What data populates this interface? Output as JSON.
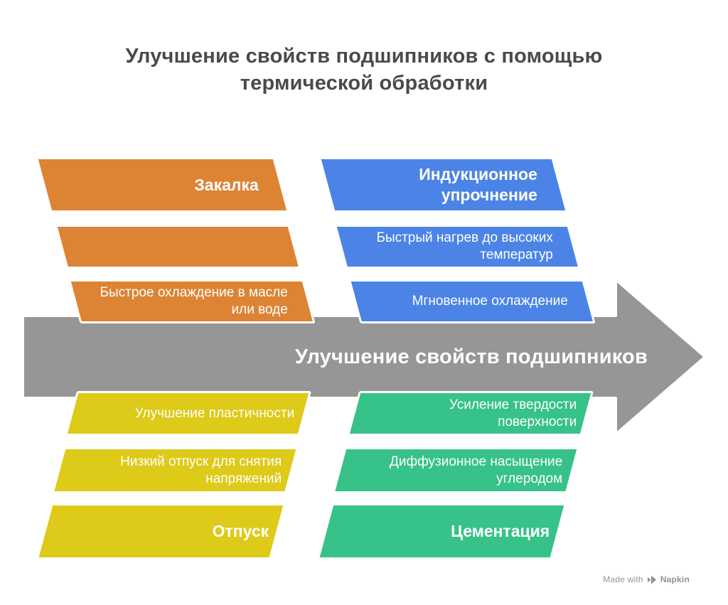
{
  "title": {
    "line1": "Улучшение свойств подшипников с помощью",
    "line2": "термической обработки",
    "color": "#4A4A4A"
  },
  "arrow": {
    "label": "Улучшение свойств подшипников",
    "fill": "#969696",
    "label_color": "#FFFFFF"
  },
  "quadrants": {
    "hardening": {
      "color": "#DD8434",
      "header": "Закалка",
      "items": [
        "",
        "Быстрое охлаждение в масле или воде"
      ]
    },
    "induction": {
      "color": "#4B84E6",
      "header": "Индукционное упрочнение",
      "items": [
        "Быстрый нагрев до высоких температур",
        "Мгновенное охлаждение"
      ]
    },
    "tempering": {
      "color": "#DDCA19",
      "header": "Отпуск",
      "items": [
        "Улучшение пластичности",
        "Низкий отпуск для снятия напряжений"
      ]
    },
    "carburizing": {
      "color": "#36C289",
      "header": "Цементация",
      "items": [
        "Усиление твердости поверхности",
        "Диффузионное насыщение углеродом"
      ]
    }
  },
  "watermark": {
    "prefix": "Made with",
    "brand": "Napkin",
    "color": "#8E9196"
  }
}
